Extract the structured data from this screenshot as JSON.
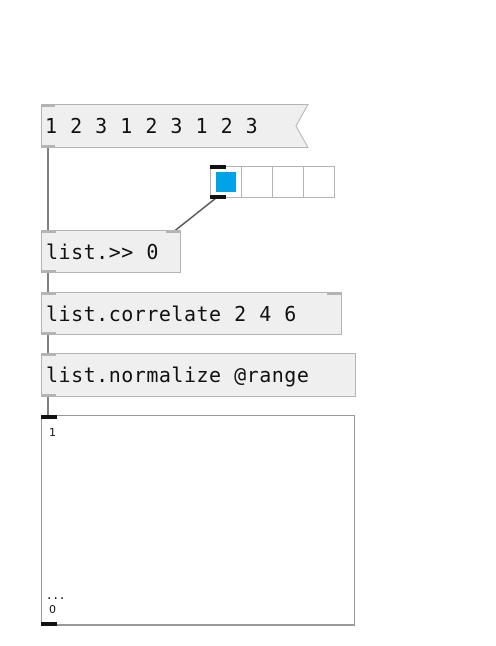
{
  "message_box": {
    "label": "1 2 3 1 2 3 1 2 3"
  },
  "radio": {
    "cells": 4,
    "selected_index": 0,
    "selected_color": "#00a2e8"
  },
  "objects": {
    "list_shift": {
      "label": "list.>> 0"
    },
    "list_correlate": {
      "label": "list.correlate 2 4 6"
    },
    "list_normalize": {
      "label": "list.normalize @range"
    }
  },
  "graph": {
    "y_max_label": "1",
    "y_min_label": "0",
    "ellipsis": "..."
  }
}
